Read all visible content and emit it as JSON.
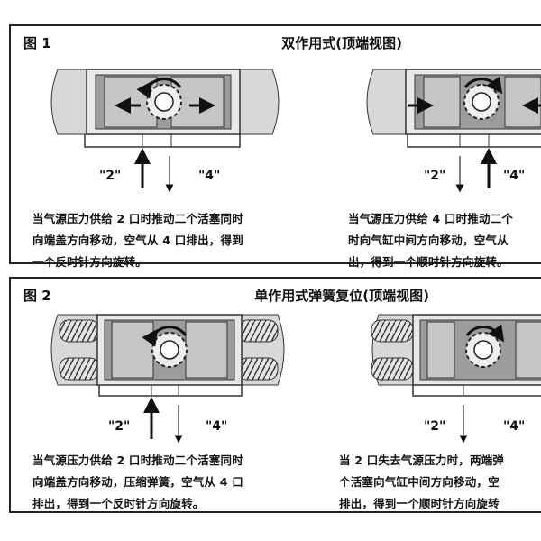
{
  "figure1": {
    "label": "图 1",
    "title": "双作用式(顶端视图)",
    "left": {
      "port2": "\"2\"",
      "port4": "\"4\"",
      "caption": [
        "当气源压力供给 2 口时推动二个活塞同时",
        "向端盖方向移动，空气从 4 口排出，得到",
        "一个反时针方向旋转。"
      ]
    },
    "right": {
      "port2": "\"2\"",
      "port4": "\"4\"",
      "caption": [
        "当气源压力供给 4 口时推动二个",
        "时向气缸中间方向移动，空气从",
        "出，得到一个顺时针方向旋转。"
      ]
    }
  },
  "figure2": {
    "label": "图 2",
    "title": "单作用式弹簧复位(顶端视图)",
    "left": {
      "port2": "\"2\"",
      "port4": "\"4\"",
      "caption": [
        "当气源压力供给 2 口时推动二个活塞同时",
        "向端盖方向移动，压缩弹簧，空气从 4 口",
        "排出，得到一个反时针方向旋转。"
      ]
    },
    "right": {
      "port2": "\"2\"",
      "port4": "\"4\"",
      "caption": [
        "当 2 口失去气源压力时，两端弹",
        "个活塞向气缸中间方向移动，空",
        "排出，得到一个顺时针方向旋转"
      ]
    }
  }
}
